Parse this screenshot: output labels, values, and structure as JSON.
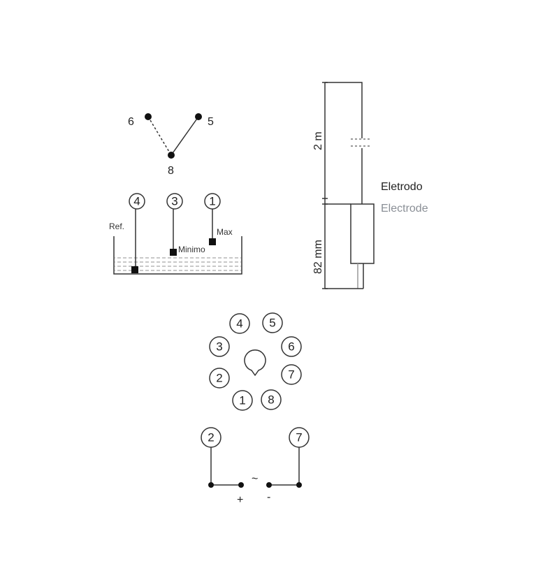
{
  "probe_wiring": {
    "terminal_6": "6",
    "terminal_5": "5",
    "terminal_8": "8"
  },
  "tank": {
    "terminals": [
      "4",
      "3",
      "1"
    ],
    "ref_label": "Ref.",
    "min_label": "Minimo",
    "max_label": "Max"
  },
  "electrode": {
    "cable_length": "2 m",
    "body_length": "82 mm",
    "label_pt": "Eletrodo",
    "label_en": "Electrode",
    "label_en_color": "#8a8f96"
  },
  "socket": {
    "pins": [
      "1",
      "2",
      "3",
      "4",
      "5",
      "6",
      "7",
      "8"
    ]
  },
  "supply": {
    "terminal_left": "2",
    "terminal_right": "7",
    "ac_symbol": "~",
    "plus": "+",
    "minus": "-"
  }
}
